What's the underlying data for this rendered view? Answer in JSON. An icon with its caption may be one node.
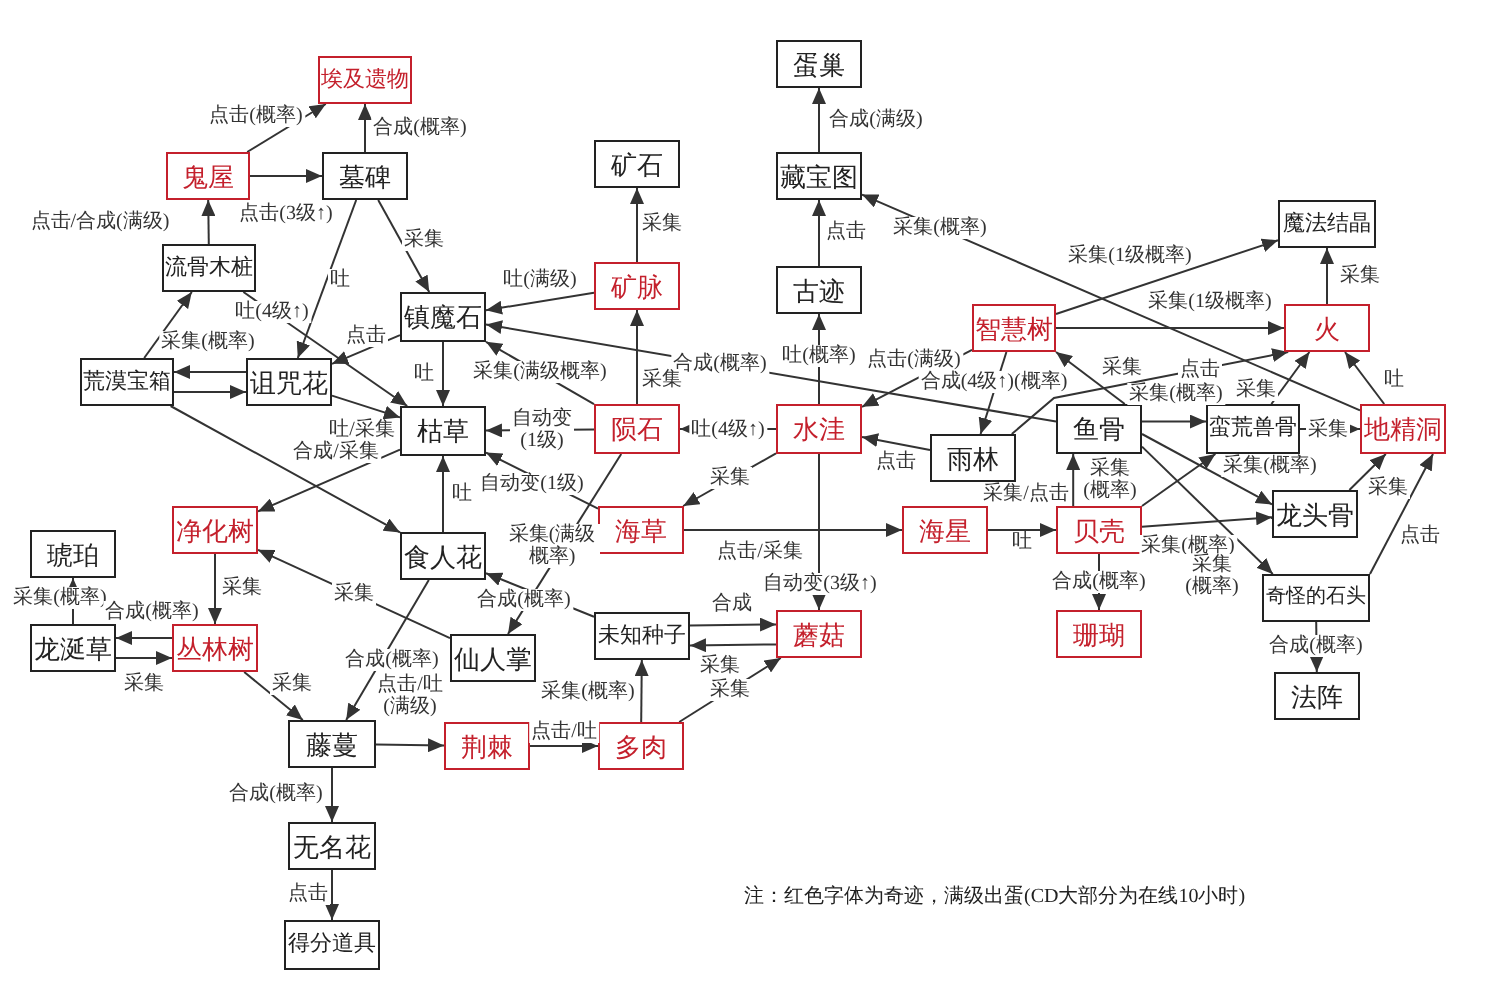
{
  "diagram": {
    "nodes": [
      {
        "text": [
          "蛋巢"
        ]
      },
      {
        "text": [
          "埃及遗物"
        ]
      },
      {
        "text": [
          "矿石"
        ]
      },
      {
        "text": [
          "鬼屋"
        ]
      },
      {
        "text": [
          "墓碑"
        ]
      },
      {
        "text": [
          "藏宝图"
        ]
      },
      {
        "text": [
          "魔法结晶"
        ]
      },
      {
        "text": [
          "流骨木桩"
        ]
      },
      {
        "text": [
          "矿脉"
        ]
      },
      {
        "text": [
          "古迹"
        ]
      },
      {
        "text": [
          "镇魔石"
        ]
      },
      {
        "text": [
          "智慧树"
        ]
      },
      {
        "text": [
          "火"
        ]
      },
      {
        "text": [
          "荒漠宝箱"
        ]
      },
      {
        "text": [
          "诅咒花"
        ]
      },
      {
        "text": [
          "陨石"
        ]
      },
      {
        "text": [
          "水洼"
        ]
      },
      {
        "text": [
          "鱼骨"
        ]
      },
      {
        "text": [
          "蛮荒兽骨"
        ]
      },
      {
        "text": [
          "地精洞"
        ]
      },
      {
        "text": [
          "枯草"
        ]
      },
      {
        "text": [
          "雨林"
        ]
      },
      {
        "text": [
          "龙头骨"
        ]
      },
      {
        "text": [
          "净化树"
        ]
      },
      {
        "text": [
          "海草"
        ]
      },
      {
        "text": [
          "海星"
        ]
      },
      {
        "text": [
          "贝壳"
        ]
      },
      {
        "text": [
          "琥珀"
        ]
      },
      {
        "text": [
          "食人花"
        ]
      },
      {
        "text": [
          "奇怪的石头"
        ]
      },
      {
        "text": [
          "未知种子"
        ]
      },
      {
        "text": [
          "蘑菇"
        ]
      },
      {
        "text": [
          "珊瑚"
        ]
      },
      {
        "text": [
          "龙涎草"
        ]
      },
      {
        "text": [
          "丛林树"
        ]
      },
      {
        "text": [
          "仙人掌"
        ]
      },
      {
        "text": [
          "法阵"
        ]
      },
      {
        "text": [
          "藤蔓"
        ]
      },
      {
        "text": [
          "荆棘"
        ]
      },
      {
        "text": [
          "多肉"
        ]
      },
      {
        "text": [
          "无名花"
        ]
      },
      {
        "text": [
          "得分道具"
        ]
      }
    ],
    "edges": [
      {
        "from": 3,
        "to": 1,
        "arrow": "to",
        "label": "点击(概率)"
      },
      {
        "from": 4,
        "to": 1,
        "arrow": "to",
        "label": "合成(概率)"
      },
      {
        "from": 3,
        "to": 4,
        "arrow": "to",
        "label": "点击(3级↑)"
      },
      {
        "from": 7,
        "to": 3,
        "arrow": "to",
        "label": "点击/合成(满级)"
      },
      {
        "from": 4,
        "to": 14,
        "arrow": "to",
        "label": "吐"
      },
      {
        "from": 4,
        "to": 10,
        "arrow": "to",
        "label": "采集"
      },
      {
        "from": 13,
        "to": 7,
        "arrow": "to"
      },
      {
        "from": 7,
        "to": 20,
        "arrow": "to",
        "label": "吐(4级↑)"
      },
      {
        "from": 14,
        "to": 13,
        "arrow": "to",
        "label": "采集(概率)"
      },
      {
        "from": 13,
        "to": 14,
        "arrow": "to"
      },
      {
        "from": 10,
        "to": 14,
        "arrow": "to",
        "label": "点击"
      },
      {
        "from": 14,
        "to": 20,
        "arrow": "to",
        "label": "吐/采集"
      },
      {
        "from": 13,
        "to": 28,
        "arrow": "to"
      },
      {
        "from": 20,
        "to": 23,
        "arrow": "to",
        "label": "合成/采集"
      },
      {
        "from": 10,
        "to": 20,
        "arrow": "to",
        "label": "吐"
      },
      {
        "from": 8,
        "to": 10,
        "arrow": "to",
        "label": "吐(满级)"
      },
      {
        "from": 15,
        "to": 10,
        "arrow": "to",
        "label": "采集(满级概率)"
      },
      {
        "from": 17,
        "to": 10,
        "arrow": "to",
        "label": "合成(概率)"
      },
      {
        "from": 15,
        "to": 8,
        "arrow": "to",
        "label": "采集"
      },
      {
        "from": 8,
        "to": 2,
        "arrow": "to",
        "label": "采集"
      },
      {
        "from": 16,
        "to": 15,
        "arrow": "to",
        "label": "吐(4级↑)"
      },
      {
        "from": 15,
        "to": 20,
        "arrow": "to",
        "label": "自动变(1级)"
      },
      {
        "from": 24,
        "to": 20,
        "arrow": "to",
        "label": "自动变(1级)"
      },
      {
        "from": 16,
        "to": 24,
        "arrow": "to",
        "label": "采集"
      },
      {
        "from": 15,
        "to": 35,
        "arrow": "to",
        "label": "采集(满级概率)"
      },
      {
        "from": 35,
        "to": 23,
        "arrow": "to",
        "label": "采集"
      },
      {
        "from": 30,
        "to": 28,
        "arrow": "to",
        "label": "合成(概率)"
      },
      {
        "from": 28,
        "to": 37,
        "arrow": "to",
        "label": "合成(概率)"
      },
      {
        "from": 28,
        "to": 20,
        "arrow": "to",
        "label": "吐"
      },
      {
        "from": 23,
        "to": 34,
        "arrow": "to",
        "label": "采集"
      },
      {
        "from": 33,
        "to": 27,
        "arrow": "to",
        "label": "采集(概率)"
      },
      {
        "from": 34,
        "to": 33,
        "arrow": "to",
        "label": "合成(概率)"
      },
      {
        "from": 33,
        "to": 34,
        "arrow": "to",
        "label": "采集"
      },
      {
        "from": 34,
        "to": 37,
        "arrow": "to",
        "label": "采集"
      },
      {
        "from": 37,
        "to": 38,
        "arrow": "to",
        "label": "点击/吐(满级)"
      },
      {
        "from": 37,
        "to": 40,
        "arrow": "to",
        "label": "合成(概率)"
      },
      {
        "from": 40,
        "to": 41,
        "arrow": "to",
        "label": "点击"
      },
      {
        "from": 38,
        "to": 39,
        "arrow": "to",
        "label": "点击/吐"
      },
      {
        "from": 39,
        "to": 30,
        "arrow": "to",
        "label": "采集(概率)"
      },
      {
        "from": 39,
        "to": 31,
        "arrow": "to",
        "label": "采集"
      },
      {
        "from": 30,
        "to": 31,
        "arrow": "to",
        "label": "合成"
      },
      {
        "from": 31,
        "to": 30,
        "arrow": "to",
        "label": "采集"
      },
      {
        "from": 24,
        "to": 25,
        "arrow": "to",
        "label": "点击/采集"
      },
      {
        "from": 16,
        "to": 31,
        "arrow": "to",
        "label": "自动变(3级↑)"
      },
      {
        "from": 16,
        "to": 9,
        "arrow": "to",
        "label": "吐(概率)"
      },
      {
        "from": 9,
        "to": 5,
        "arrow": "to",
        "label": "点击"
      },
      {
        "from": 5,
        "to": 0,
        "arrow": "to",
        "label": "合成(满级)"
      },
      {
        "from": 19,
        "to": 5,
        "arrow": "to",
        "label": "采集(概率)"
      },
      {
        "from": 11,
        "to": 6,
        "arrow": "to",
        "label": "采集(1级概率)"
      },
      {
        "from": 11,
        "to": 12,
        "arrow": "to",
        "label": "采集(1级概率)"
      },
      {
        "from": 11,
        "to": 16,
        "arrow": "to",
        "label": "点击(满级)"
      },
      {
        "from": 11,
        "to": 21,
        "arrow": "to",
        "label": "合成(4级↑)(概率)"
      },
      {
        "from": 21,
        "to": 16,
        "arrow": "to",
        "label": "点击"
      },
      {
        "from": 21,
        "to": 12,
        "arrow": "to",
        "label": "点击"
      },
      {
        "from": 12,
        "to": 6,
        "arrow": "to",
        "label": "采集"
      },
      {
        "from": 19,
        "to": 12,
        "arrow": "to",
        "label": "吐"
      },
      {
        "from": 18,
        "to": 12,
        "arrow": "to",
        "label": "采集"
      },
      {
        "from": 17,
        "to": 11,
        "arrow": "to",
        "label": "采集"
      },
      {
        "from": 17,
        "to": 18,
        "arrow": "to",
        "label": "采集(概率)"
      },
      {
        "from": 18,
        "to": 19,
        "arrow": "to",
        "label": "采集"
      },
      {
        "from": 26,
        "to": 17,
        "arrow": "to",
        "label": "采集/点击"
      },
      {
        "from": 25,
        "to": 26,
        "arrow": "to",
        "label": "吐"
      },
      {
        "from": 26,
        "to": 32,
        "arrow": "to",
        "label": "合成(概率)"
      },
      {
        "from": 26,
        "to": 22,
        "arrow": "to",
        "label": "采集(概率)"
      },
      {
        "from": 17,
        "to": 29,
        "arrow": "to",
        "label": "采集(概率)"
      },
      {
        "from": 17,
        "to": 22,
        "arrow": "to",
        "label": "采集(概率)"
      },
      {
        "from": 26,
        "to": 18,
        "arrow": "to",
        "label": "采集(概率)"
      },
      {
        "from": 22,
        "to": 19,
        "arrow": "to",
        "label": "采集"
      },
      {
        "from": 29,
        "to": 19,
        "arrow": "to",
        "label": "点击"
      },
      {
        "from": 29,
        "to": 36,
        "arrow": "to",
        "label": "合成(概率)"
      }
    ],
    "labels": [
      "注：红色字体为奇迹，满级出蛋(CD大部分为在线10小时)"
    ]
  }
}
